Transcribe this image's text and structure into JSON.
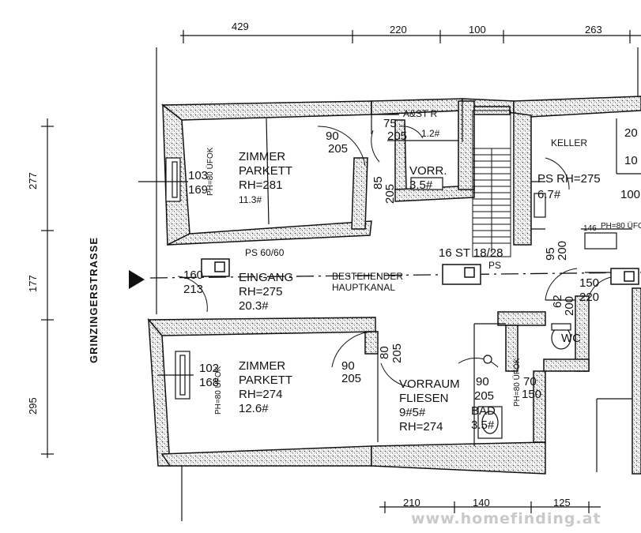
{
  "top_dims": [
    "429",
    "220",
    "100",
    "263"
  ],
  "bottom_dims": [
    "210",
    "140",
    "125"
  ],
  "left_dims": [
    "277",
    "177",
    "295"
  ],
  "street": "GRINZINGERSTRASSE",
  "rooms": {
    "zimmer_top": {
      "name": "ZIMMER",
      "floor": "PARKETT",
      "rh": "RH=281",
      "area": "11.3#"
    },
    "zimmer_bottom": {
      "name": "ZIMMER",
      "floor": "PARKETT",
      "rh": "RH=274",
      "area": "12.6#"
    },
    "eingang": {
      "name": "EINGANG",
      "rh": "RH=275",
      "area": "20.3#"
    },
    "vorr": {
      "name": "VORR.",
      "area": "3.5#"
    },
    "ast": {
      "name": "A&ST R",
      "area": "1.2#"
    },
    "vorraum": {
      "name": "VORRAUM",
      "floor": "FLIESEN",
      "area": "9#5#",
      "rh": "RH=274"
    },
    "bad": {
      "name": "BAD",
      "area": "3.5#"
    },
    "keller": {
      "name": "KELLER",
      "rh": "PS RH=275",
      "area": "6.7#"
    },
    "wc": {
      "name": "WC"
    }
  },
  "labels": {
    "ps": "PS 60/60",
    "kanal_1": "BESTEHENDER",
    "kanal_2": "HAUPTKANAL",
    "stair": "16 ST 18/28",
    "stair_ps": "PS",
    "win_top_left_1": "103",
    "win_top_left_2": "169",
    "win_top_left_ph": "PH=80 ÜFOK",
    "win_bot_left_1": "102",
    "win_bot_left_2": "168",
    "win_bot_left_ph": "PH=80 ÜFOK",
    "win_right_ph": "PH=80 ÜFOK",
    "door_eingang_1": "160",
    "door_eingang_2": "213",
    "door_top_1": "90",
    "door_top_2": "205",
    "door_ast_1": "75",
    "door_ast_2": "205",
    "door_vorr_1": "85",
    "door_vorr_2": "205",
    "door_bot_1": "90",
    "door_bot_2": "205",
    "door_vorraum_1": "80",
    "door_vorraum_2": "205",
    "door_bad_1": "90",
    "door_bad_2": "205",
    "door_keller_1": "95",
    "door_keller_2": "200",
    "door_wc_1": "62",
    "door_wc_2": "200",
    "door_right_1": "150",
    "door_right_2": "220",
    "win_bad_1": "70",
    "win_bad_2": "150",
    "right_1": "20",
    "right_2": "10",
    "right_3": "100",
    "right_4": "146",
    "right_5": "PH=80 ÜFOK"
  },
  "watermark": "www.homefinding.at"
}
